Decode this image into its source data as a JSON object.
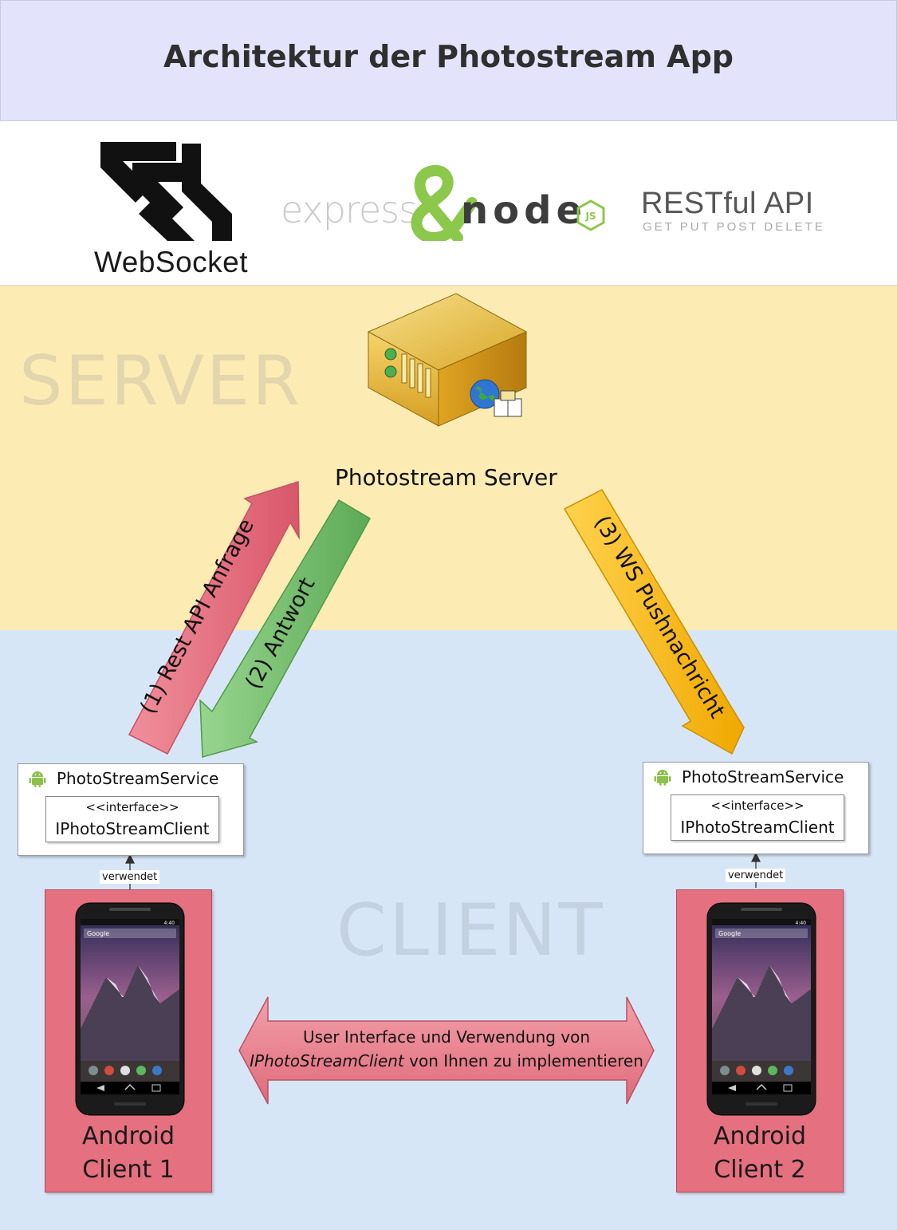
{
  "title": "Architektur der Photostream App",
  "logos": {
    "websocket": "WebSocket",
    "express": "express",
    "node": "node",
    "node_badge": "JS",
    "rest_title": "RESTful API",
    "rest_verbs": "GET  PUT  POST  DELETE"
  },
  "zones": {
    "server": "SERVER",
    "client": "CLIENT"
  },
  "server": {
    "label": "Photostream Server",
    "icon": "server-icon"
  },
  "arrows": {
    "request": {
      "label": "(1) Rest API Anfrage",
      "color": "#e3707f"
    },
    "response": {
      "label": "(2) Antwort",
      "color": "#7cc27a"
    },
    "push": {
      "label": "(3) WS Pushnachricht",
      "color": "#fcc01e"
    }
  },
  "services": [
    {
      "name": "PhotoStreamService",
      "stereotype": "<<interface>>",
      "interface": "IPhotoStreamClient",
      "uses": "verwendet"
    },
    {
      "name": "PhotoStreamService",
      "stereotype": "<<interface>>",
      "interface": "IPhotoStreamClient",
      "uses": "verwendet"
    }
  ],
  "clients": [
    {
      "line1": "Android",
      "line2": "Client 1"
    },
    {
      "line1": "Android",
      "line2": "Client 2"
    }
  ],
  "phone_screen": {
    "search_label": "Google",
    "time": "4:40"
  },
  "bidirectional": {
    "line1": "User Interface und Verwendung von",
    "line2_italic": "IPhotoStreamClient",
    "line2_rest": " von Ihnen zu implementieren",
    "color": "#e3707f"
  }
}
